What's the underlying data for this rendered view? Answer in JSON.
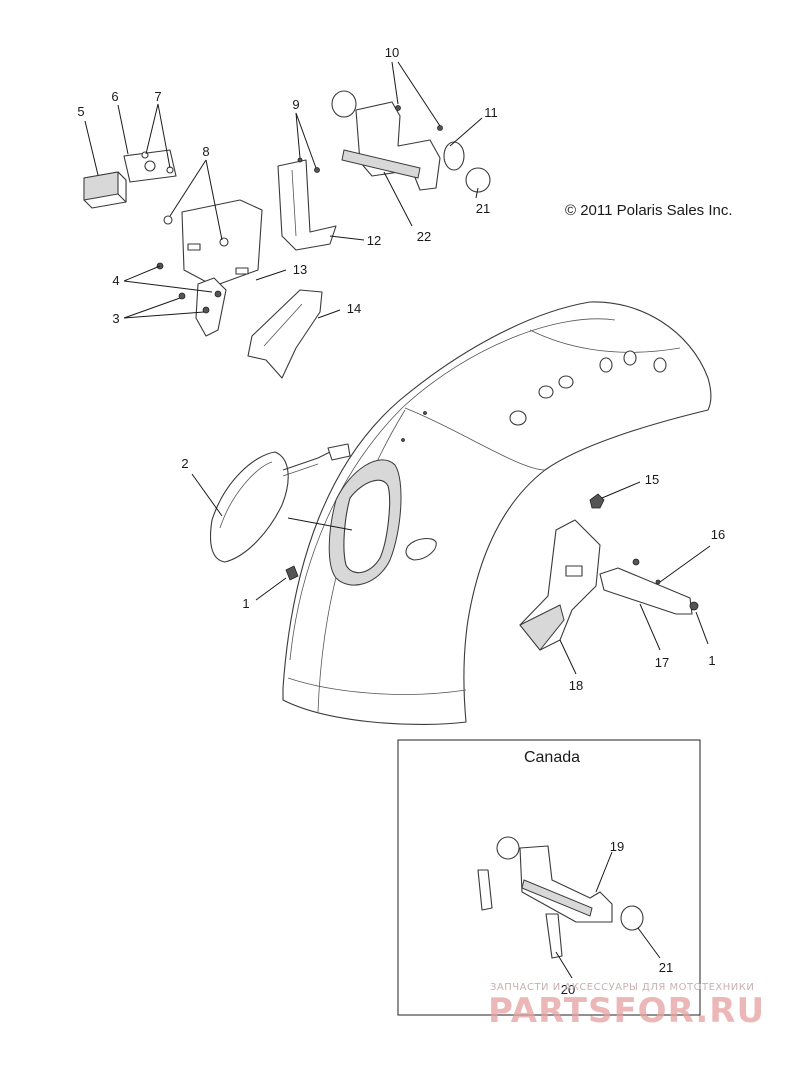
{
  "copyright": "© 2011 Polaris Sales Inc.",
  "inset_title": "Canada",
  "watermark": {
    "tagline": "ЗАПЧАСТИ И АКСЕССУАРЫ ДЛЯ МОТОТЕХНИКИ",
    "site": "PARTSFOR.RU"
  },
  "callouts": {
    "c1a": "1",
    "c1b": "1",
    "c2": "2",
    "c3": "3",
    "c4": "4",
    "c5": "5",
    "c6": "6",
    "c7": "7",
    "c8": "8",
    "c9": "9",
    "c10": "10",
    "c11": "11",
    "c12": "12",
    "c13": "13",
    "c14": "14",
    "c15": "15",
    "c16": "16",
    "c17": "17",
    "c18": "18",
    "c19": "19",
    "c20": "20",
    "c21a": "21",
    "c21b": "21",
    "c22": "22"
  }
}
